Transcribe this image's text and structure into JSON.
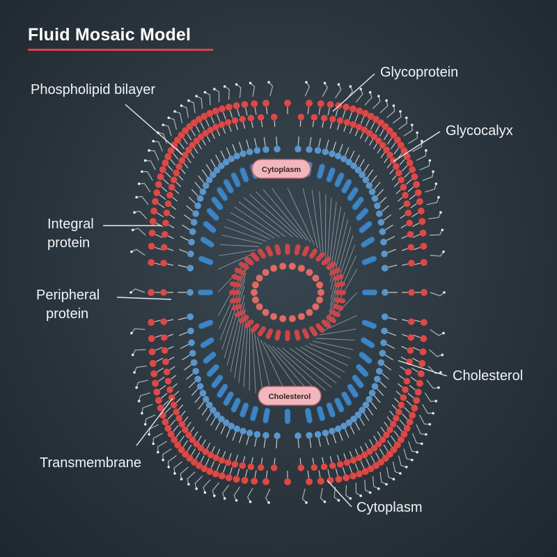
{
  "title": "Fluid Mosaic Model",
  "labels": {
    "phospholipid_bilayer": "Phospholipid bilayer",
    "glycoprotein": "Glycoprotein",
    "glycocalyx": "Glycocalyx",
    "integral_protein_line1": "Integral",
    "integral_protein_line2": "protein",
    "peripheral_protein_line1": "Peripheral",
    "peripheral_protein_line2": "protein",
    "cholesterol": "Cholesterol",
    "transmembrane": "Transmembrane",
    "cytoplasm": "Cytoplasm"
  },
  "inner_tags": {
    "top": "Cytoplasm",
    "bottom": "Cholesterol"
  },
  "colors": {
    "background": "#2b353d",
    "title_rule": "#d9444a",
    "lipid_head_red": "#d94a48",
    "lipid_head_blue": "#5b95c9",
    "lipid_tail": "#dfe6ec",
    "pill": "#f2b7bd"
  }
}
